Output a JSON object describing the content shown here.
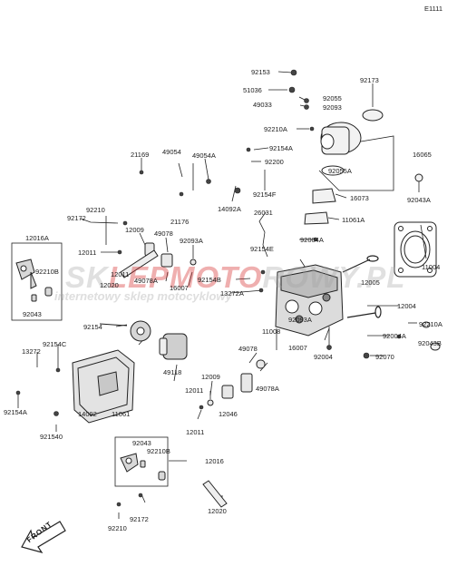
{
  "diagram_code": "E1111",
  "front_label": "FRONT",
  "watermark": {
    "brand": "SKLEPMOTOROWY.PL",
    "tagline": "internetowy sklep motocyklowy"
  },
  "labels": [
    "92153",
    "92173",
    "51036",
    "92055",
    "49033",
    "92093",
    "92210A",
    "92154A",
    "16065",
    "21169",
    "49054",
    "49054A",
    "92200",
    "92055A",
    "92154F",
    "16073",
    "92043A",
    "92210",
    "14092A",
    "26031",
    "92172",
    "21176",
    "11061A",
    "12009",
    "49078",
    "12016A",
    "92093A",
    "92004A",
    "92154E",
    "12011",
    "11004",
    "92210B",
    "12011",
    "92154B",
    "49078A",
    "12020",
    "12005",
    "16007",
    "13272A",
    "12004",
    "92043",
    "92093A",
    "92154",
    "92210A",
    "11008",
    "92004A",
    "92154C",
    "92043B",
    "13272",
    "16007",
    "49078",
    "92004",
    "92070",
    "49118",
    "12009",
    "49078A",
    "12011",
    "92154A",
    "14092",
    "11061",
    "12046",
    "12011",
    "921540",
    "92043",
    "92210B",
    "12016",
    "12020",
    "92172",
    "92210"
  ]
}
